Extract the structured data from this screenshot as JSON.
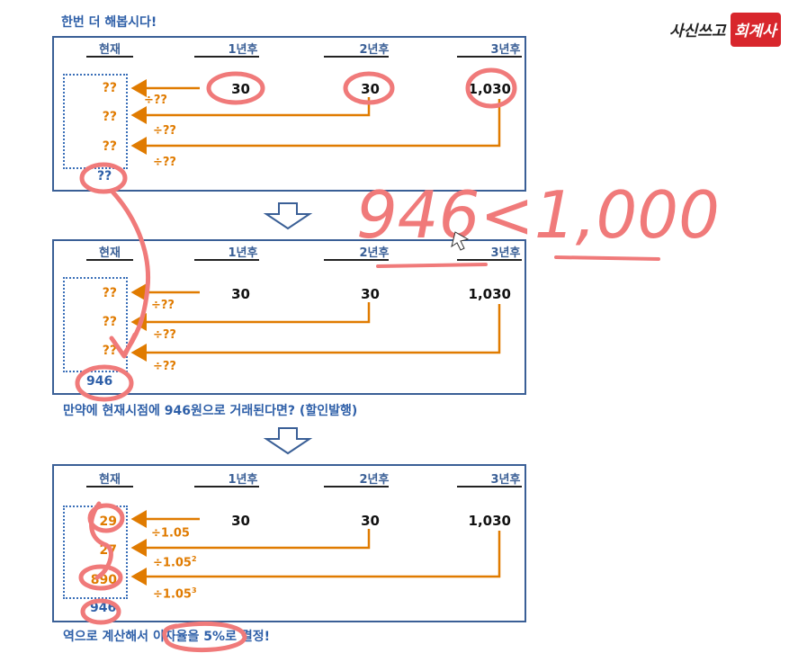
{
  "logo": {
    "text_left": "사신쓰고",
    "text_right": "회계사"
  },
  "colors": {
    "panel_border": "#3a5f96",
    "caption": "#2e5fa8",
    "arrow": "#e07b00",
    "pen": "#f07a7a",
    "value_text": "#e07b00"
  },
  "captions": {
    "top": "한번 더 해봅시다!",
    "middle": "만약에 현재시점에 946원으로 거래된다면? (할인발행)",
    "bottom": "역으로 계산해서 이자율을 5%로 결정!"
  },
  "headers": [
    "현재",
    "1년후",
    "2년후",
    "3년후"
  ],
  "cash_flows": [
    "30",
    "30",
    "1,030"
  ],
  "panel1": {
    "pv": [
      "??",
      "??",
      "??"
    ],
    "divisors": [
      "÷??",
      "÷??",
      "÷??"
    ],
    "total": "??"
  },
  "panel2": {
    "pv": [
      "??",
      "??",
      "??"
    ],
    "divisors": [
      "÷??",
      "÷??",
      "÷??"
    ],
    "total": "946"
  },
  "panel3": {
    "pv": [
      "29",
      "27",
      "890"
    ],
    "divisors": [
      "÷1.05",
      "÷1.05",
      "÷1.05"
    ],
    "exponents": [
      "",
      "2",
      "3"
    ],
    "total": "946"
  },
  "handwriting": {
    "comparison": "946<1,000"
  },
  "icons": [
    "down-arrow-icon",
    "down-arrow-icon",
    "left-arrow-icon"
  ]
}
